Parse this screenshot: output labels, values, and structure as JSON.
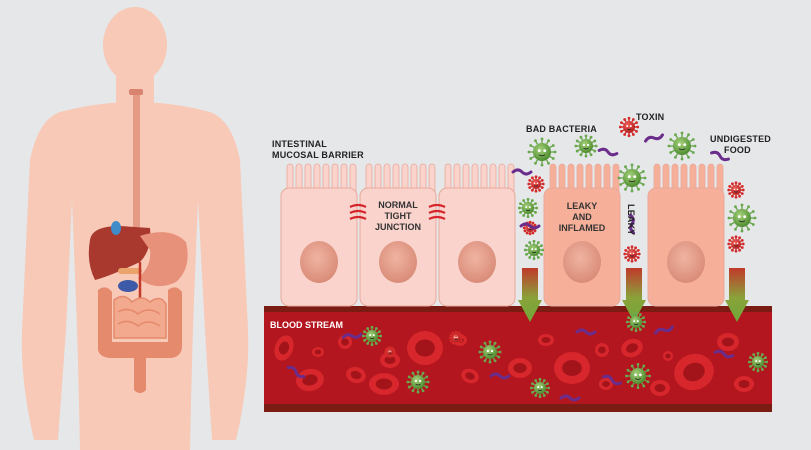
{
  "labels": {
    "intestinal_barrier_line1": "INTESTINAL",
    "intestinal_barrier_line2": "MUCOSAL BARRIER",
    "normal_line1": "NORMAL",
    "normal_line2": "TIGHT",
    "normal_line3": "JUNCTION",
    "leaky_inflamed_line1": "LEAKY",
    "leaky_inflamed_line2": "AND",
    "leaky_inflamed_line3": "INFLAMED",
    "leaky_vertical": "LEAKY",
    "bad_bacteria": "BAD BACTERIA",
    "toxin": "TOXIN",
    "undigested_line1": "UNDIGESTED",
    "undigested_line2": "FOOD",
    "blood_stream": "BLOOD STREAM"
  },
  "colors": {
    "background": "#e6e7e9",
    "body_silhouette": "#f7c9b6",
    "normal_cell": "#f9d3cc",
    "inflamed_cell": "#f6b09a",
    "nucleus": "#e8a290",
    "blood_vessel": "#b3161e",
    "blood_vessel_edge": "#7a1b14",
    "red_blood_cell": "#d2222a",
    "bacteria": "#6aa84f",
    "bad_bacteria_red": "#d42a2a",
    "toxin": "#6b2d8c",
    "leak_arrow": "#7fae3a",
    "tight_junction": "#d6262b"
  },
  "icons": [
    "human-silhouette",
    "digestive-organs",
    "bacteria-icon",
    "toxin-icon",
    "red-blood-cell-icon",
    "arrow-down-icon"
  ]
}
